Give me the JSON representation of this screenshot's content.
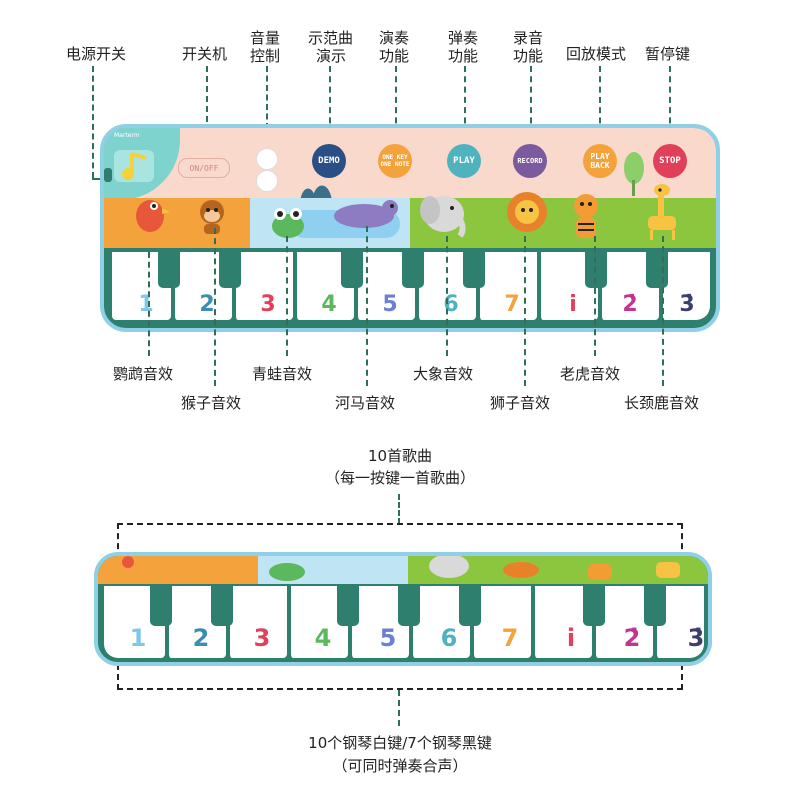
{
  "top_labels": {
    "power": "电源开关",
    "onoff": "开关机",
    "volume_l1": "音量",
    "volume_l2": "控制",
    "demo_l1": "示范曲",
    "demo_l2": "演示",
    "play_l1": "演奏",
    "play_l2": "功能",
    "perform_l1": "弹奏",
    "perform_l2": "功能",
    "record_l1": "录音",
    "record_l2": "功能",
    "playback": "回放模式",
    "pause": "暂停键"
  },
  "buttons": {
    "onoff": "ON/OFF",
    "demo": "DEMO",
    "one_key_l1": "ONE KEY",
    "one_key_l2": "ONE NOTE",
    "play": "PLAY",
    "record": "RECORD",
    "play_back_l1": "PLAY",
    "play_back_l2": "BACK",
    "stop": "STOP",
    "brand": "Marterm"
  },
  "keys": [
    "1",
    "2",
    "3",
    "4",
    "5",
    "6",
    "7",
    "i",
    "2̇",
    "3̇"
  ],
  "animal_labels": {
    "parrot": "鹦鹉音效",
    "monkey": "猴子音效",
    "frog": "青蛙音效",
    "hippo": "河马音效",
    "elephant": "大象音效",
    "lion": "狮子音效",
    "tiger": "老虎音效",
    "giraffe": "长颈鹿音效"
  },
  "songs": {
    "line1": "10首歌曲",
    "line2": "（每一按键一首歌曲）"
  },
  "keys_caption": {
    "line1": "10个钢琴白键/7个钢琴黑键",
    "line2": "（可同时弹奏合声）"
  },
  "colors": {
    "mat_green": "#2f7f6f",
    "demo_blue": "#2a4f86",
    "play_teal": "#4fb3bf",
    "record_purple": "#7b5a9e",
    "stop_red": "#e0405a",
    "orange": "#f4a33c"
  }
}
